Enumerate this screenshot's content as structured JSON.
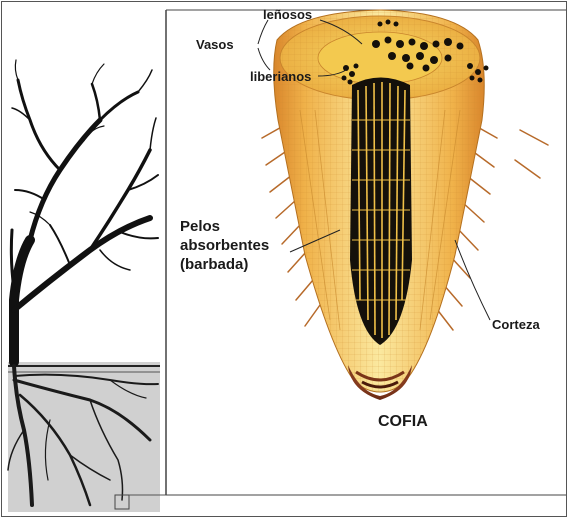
{
  "figure": {
    "labels": {
      "lenosos": "leñosos",
      "vasos": "Vasos",
      "liberianos": "liberianos",
      "pelos_line1": "Pelos",
      "pelos_line2": "absorbentes",
      "pelos_line3": "(barbada)",
      "corteza": "Corteza",
      "cofia": "COFIA"
    },
    "colors": {
      "root_outer": "#e49a3a",
      "root_inner": "#f5cb5c",
      "cortex_light": "#fbe9a0",
      "central_cylinder": "#14100a",
      "cap_tip": "#6b2a17",
      "ground": "#cfcfcf",
      "tree": "#111111",
      "frame": "#444444"
    }
  }
}
